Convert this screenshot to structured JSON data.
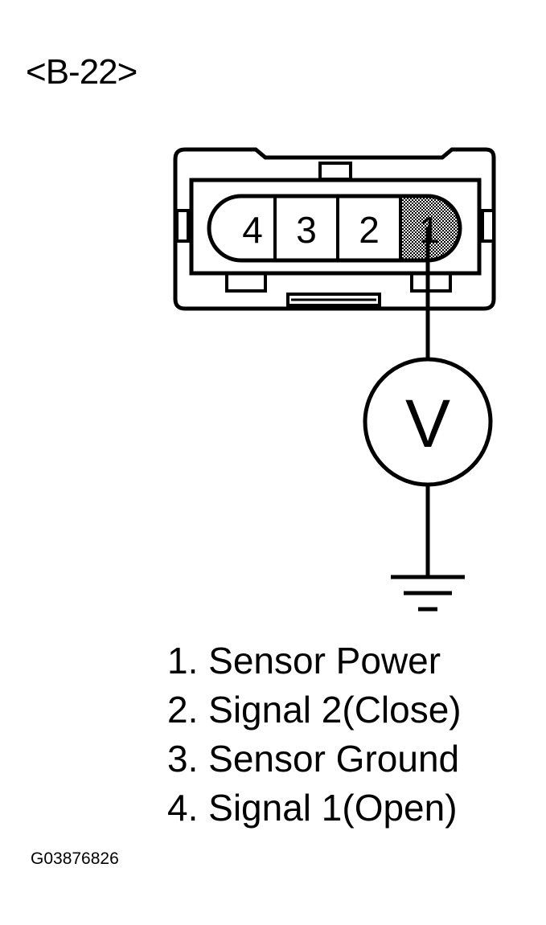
{
  "connector_id": "<B-22>",
  "connector": {
    "pins": [
      {
        "label": "4"
      },
      {
        "label": "3"
      },
      {
        "label": "2"
      },
      {
        "label": "1",
        "highlighted": true
      }
    ]
  },
  "meter": {
    "label": "V"
  },
  "legend": [
    "1. Sensor Power",
    "2. Signal 2(Close)",
    "3. Sensor Ground",
    "4. Signal 1(Open)"
  ],
  "figure_code": "G03876826",
  "colors": {
    "line": "#000000",
    "background": "#ffffff",
    "highlight": "#9a9a9a"
  }
}
